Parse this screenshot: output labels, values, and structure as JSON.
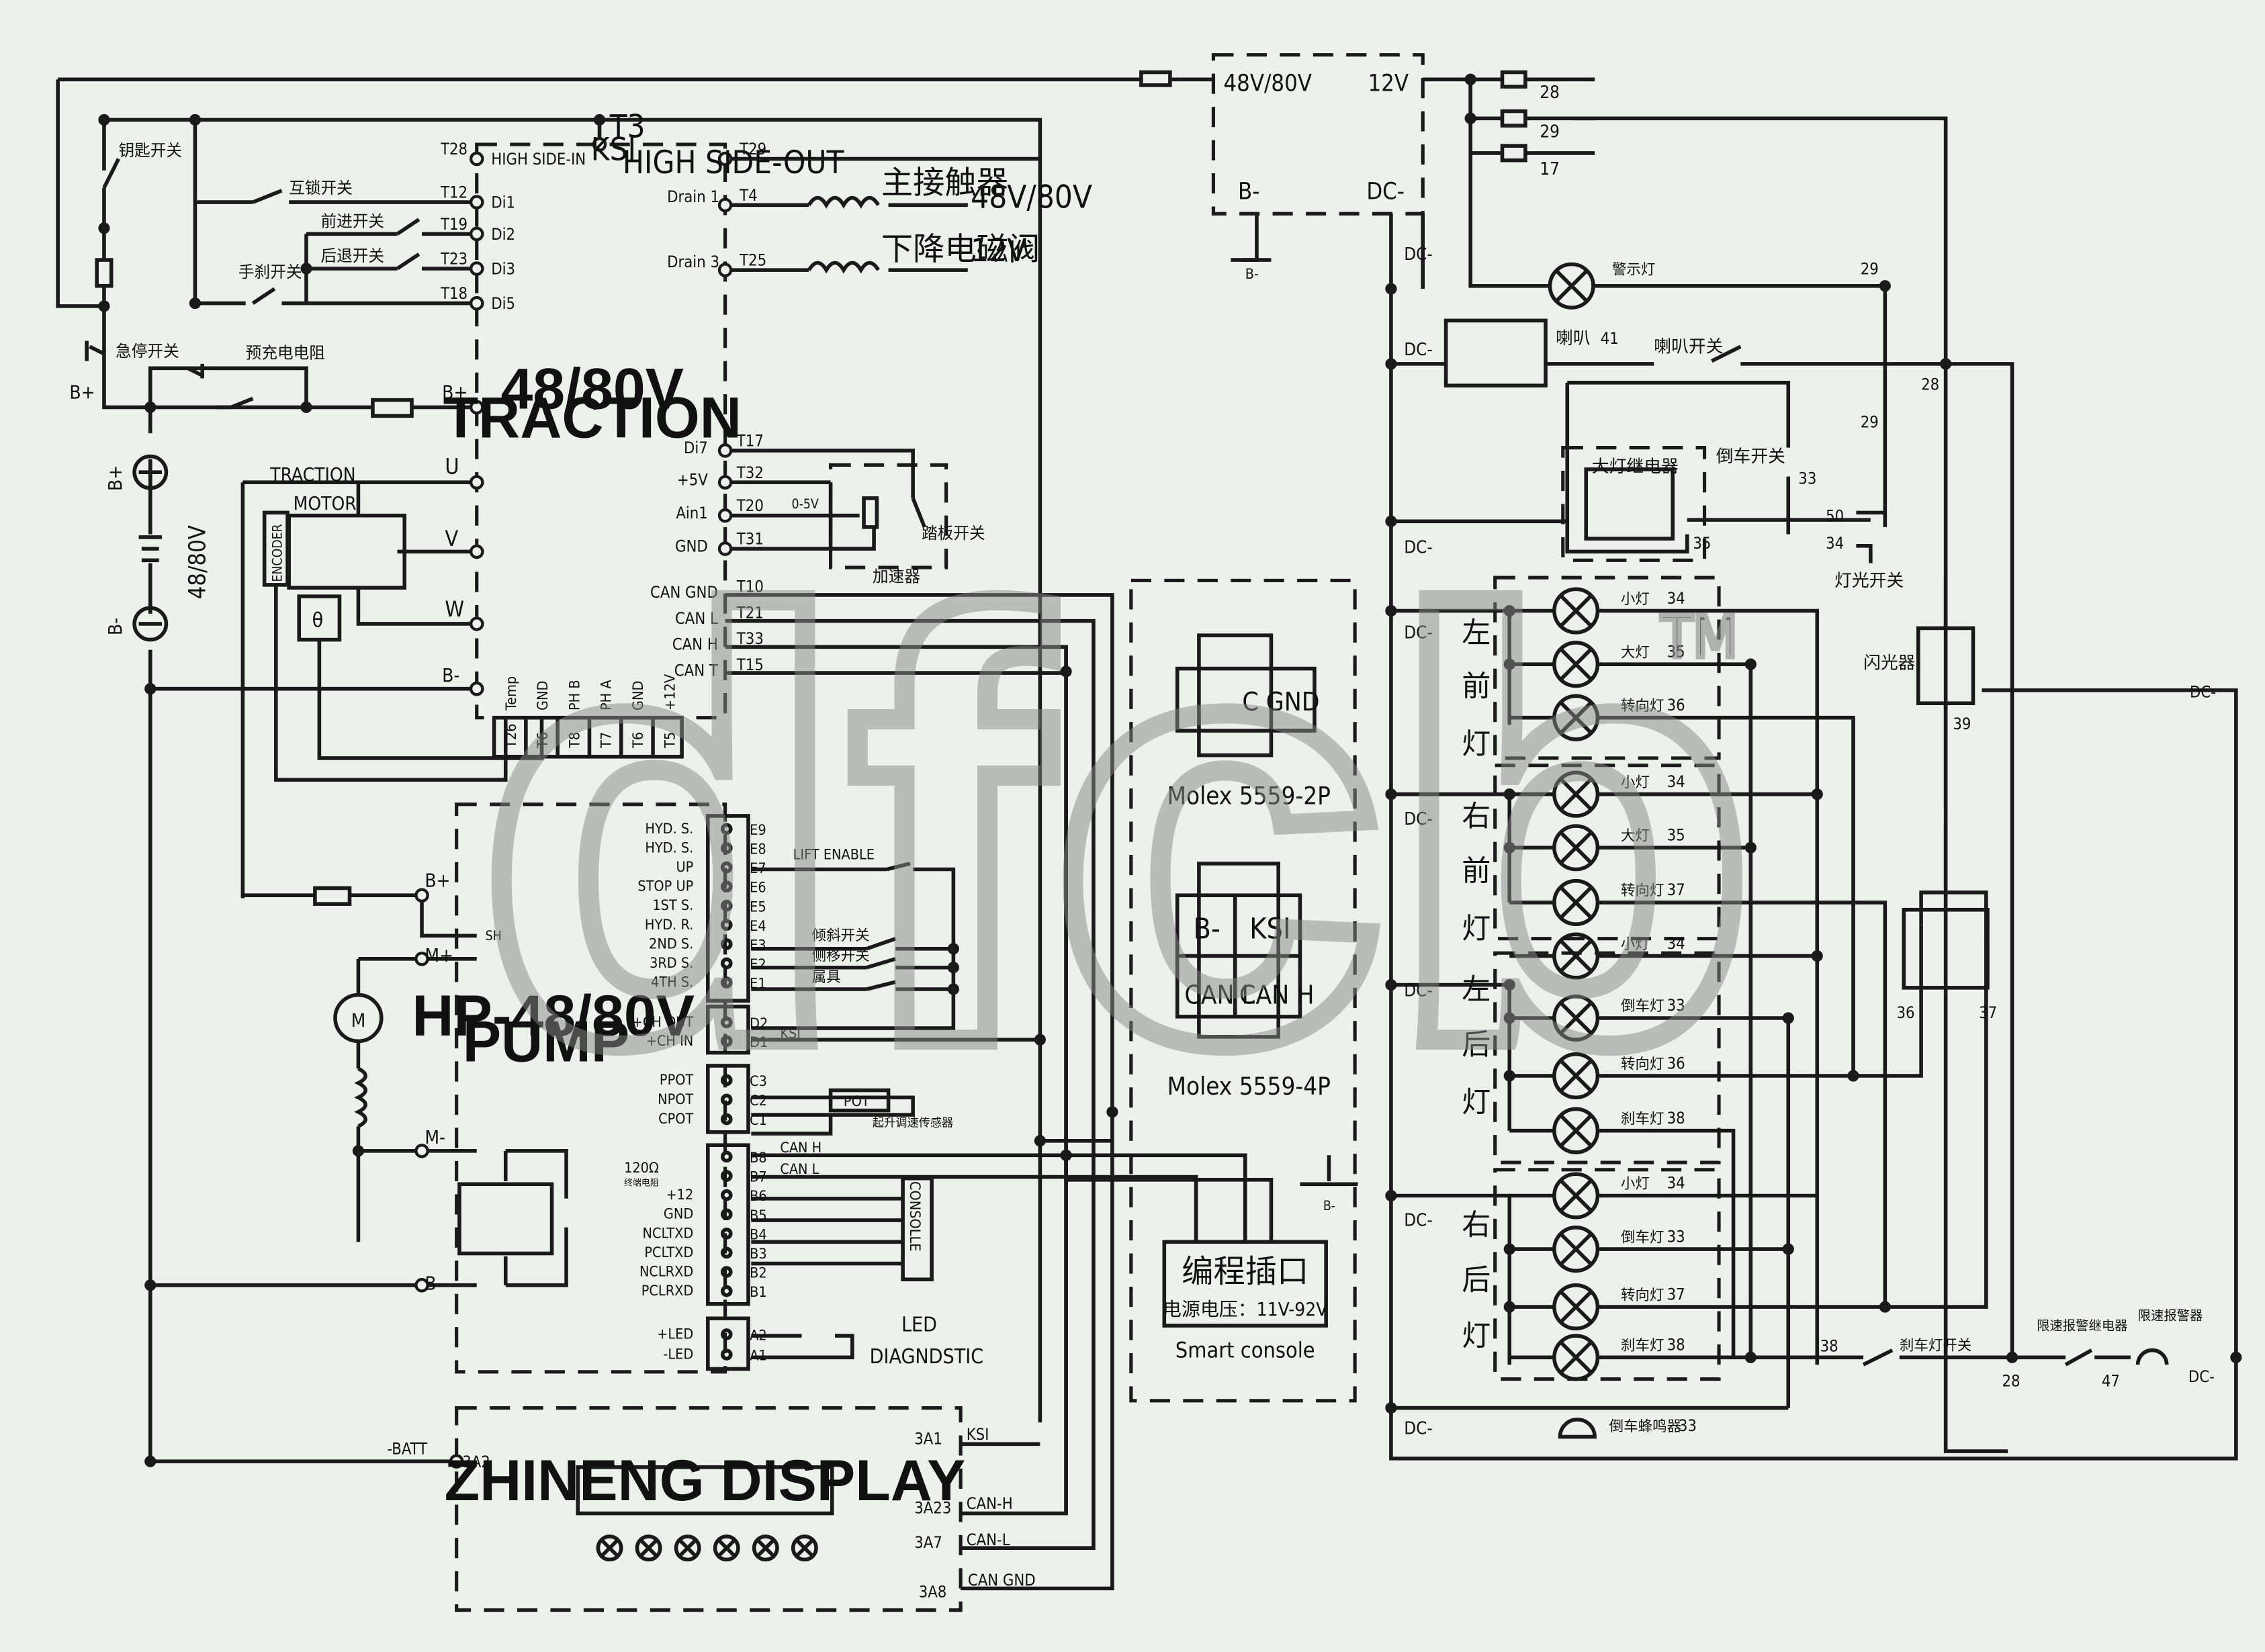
{
  "controller": {
    "title1": "48/80V",
    "title2": "TRACTION"
  },
  "pump": {
    "title1": "HP-48/80V",
    "title2": "PUMP"
  },
  "display": {
    "title": "ZHINENG DISPLAY"
  },
  "dcdc": {
    "in": "48V/80V",
    "out": "12V",
    "bneg": "B-",
    "dcneg": "DC-"
  },
  "battery": {
    "voltage": "48/80V",
    "bplus": "B+",
    "bminus": "B-"
  },
  "motor": {
    "label1": "TRACTION",
    "label2": "MOTOR",
    "encoder": "ENCODER",
    "theta": "θ",
    "U": "U",
    "V": "V",
    "W": "W",
    "bplus": "B+",
    "bminus": "B-"
  },
  "left_switches": {
    "key": "钥匙开关",
    "interlock": "互锁开关",
    "forward": "前进开关",
    "reverse": "后退开关",
    "handbrake": "手刹开关",
    "estop": "急停开关",
    "precharge": "预充电电阻",
    "bplus": "B+"
  },
  "ctrl_left_pins": [
    {
      "t": "T28",
      "name": "HIGH SIDE-IN"
    },
    {
      "t": "T12",
      "name": "Di1"
    },
    {
      "t": "T19",
      "name": "Di2"
    },
    {
      "t": "T23",
      "name": "Di3"
    },
    {
      "t": "T18",
      "name": "Di5"
    }
  ],
  "ctrl_top": {
    "t3": "T3",
    "ksi": "KSI",
    "hso": "HIGH SIDE-OUT"
  },
  "ctrl_right_pins": [
    {
      "t": "T29",
      "name": ""
    },
    {
      "t": "T4",
      "name": "Drain 1"
    },
    {
      "t": "T25",
      "name": "Drain 3"
    }
  ],
  "loads": {
    "main_contactor": "主接触器",
    "main_v": "48V/80V",
    "lower_valve": "下降电磁阀",
    "lower_v": "12V"
  },
  "accel_pins": [
    {
      "t": "T17",
      "name": "Di7"
    },
    {
      "t": "T32",
      "name": "+5V"
    },
    {
      "t": "T20",
      "name": "Ain1"
    },
    {
      "t": "T31",
      "name": "GND"
    }
  ],
  "accel": {
    "range": "0-5V",
    "pedal": "踏板开关",
    "label": "加速器"
  },
  "can_pins": [
    {
      "t": "T10",
      "name": "CAN GND"
    },
    {
      "t": "T21",
      "name": "CAN L"
    },
    {
      "t": "T33",
      "name": "CAN H"
    },
    {
      "t": "T15",
      "name": "CAN T"
    }
  ],
  "bottom_pins": [
    {
      "name": "Temp",
      "t": "T26"
    },
    {
      "name": "GND",
      "t": "T6"
    },
    {
      "name": "PH B",
      "t": "T8"
    },
    {
      "name": "PH A",
      "t": "T7"
    },
    {
      "name": "GND",
      "t": "T6"
    },
    {
      "name": "+12V",
      "t": "T5"
    }
  ],
  "pump_e_pins": [
    {
      "n": "HYD. S.",
      "p": "E9"
    },
    {
      "n": "HYD. S.",
      "p": "E8"
    },
    {
      "n": "UP",
      "p": "E7"
    },
    {
      "n": "STOP UP",
      "p": "E6"
    },
    {
      "n": "1ST S.",
      "p": "E5"
    },
    {
      "n": "HYD. R.",
      "p": "E4"
    },
    {
      "n": "2ND S.",
      "p": "E3"
    },
    {
      "n": "3RD S.",
      "p": "E2"
    },
    {
      "n": "4TH S.",
      "p": "E1"
    }
  ],
  "pump_switches": {
    "lift_enable": "LIFT ENABLE",
    "tilt": "倾斜开关",
    "side": "侧移开关",
    "attach": "属具"
  },
  "pump_d_pins": [
    {
      "n": "+CH OUT",
      "p": "D2"
    },
    {
      "n": "+CH IN",
      "p": "D1"
    }
  ],
  "pump_ksi": "KSI",
  "pump_c_pins": [
    {
      "n": "PPOT",
      "p": "C3"
    },
    {
      "n": "NPOT",
      "p": "C2"
    },
    {
      "n": "CPOT",
      "p": "C1"
    }
  ],
  "pump_pot": {
    "label": "POT",
    "sensor": "起升调速传感器"
  },
  "pump_b_pins": [
    {
      "n": "",
      "p": "B8"
    },
    {
      "n": "",
      "p": "B7"
    },
    {
      "n": "+12",
      "p": "B6"
    },
    {
      "n": "GND",
      "p": "B5"
    },
    {
      "n": "NCLTXD",
      "p": "B4"
    },
    {
      "n": "PCLTXD",
      "p": "B3"
    },
    {
      "n": "NCLRXD",
      "p": "B2"
    },
    {
      "n": "PCLRXD",
      "p": "B1"
    }
  ],
  "pump_b_extra": {
    "res": "120Ω",
    "note": "终端电阻",
    "canh": "CAN H",
    "canl": "CAN L",
    "console": "CONSOLLE"
  },
  "pump_a_pins": [
    {
      "n": "+LED",
      "p": "A2"
    },
    {
      "n": "-LED",
      "p": "A1"
    }
  ],
  "pump_led": {
    "l1": "LED",
    "l2": "DIAGNDSTIC"
  },
  "pump_power": {
    "bplus": "B+",
    "mplus": "M+",
    "mminus": "M-",
    "bminus": "B-",
    "sh": "SH",
    "m": "M"
  },
  "display_pins": [
    {
      "p": "3A2",
      "n": "-BATT"
    },
    {
      "p": "3A1",
      "n": "KSI"
    },
    {
      "p": "3A23",
      "n": "CAN-H"
    },
    {
      "p": "3A7",
      "n": "CAN-L"
    },
    {
      "p": "3A8",
      "n": "CAN GND"
    }
  ],
  "molex": {
    "two": "Molex 5559-2P",
    "four": "Molex 5559-4P",
    "cgnd": "C GND",
    "bneg": "B-",
    "ksi": "KSI",
    "canl": "CAN L",
    "canh": "CAN H",
    "gnd": "B-"
  },
  "console": {
    "title": "编程插口",
    "voltage": "电源电压：11V-92V",
    "sub": "Smart console"
  },
  "fuses": [
    "28",
    "29",
    "17"
  ],
  "lights": {
    "warning": "警示灯",
    "warning_n": "29",
    "horn": "喇叭",
    "horn_n": "41",
    "horn_sw": "喇叭开关",
    "relay": "大灯继电器",
    "relay_n": "35",
    "reverse_sw": "倒车开关",
    "reverse_n": "33",
    "light_sw": "灯光开关",
    "sw50": "50",
    "sw34": "34",
    "flasher": "闪光器",
    "flasher_n": "39",
    "dc": "DC-",
    "n28": "28",
    "n29": "29",
    "n36": "36",
    "n37": "37"
  },
  "lamp_groups": [
    {
      "label": [
        "左",
        "前",
        "灯"
      ],
      "lamps": [
        {
          "n": "小灯",
          "v": "34"
        },
        {
          "n": "大灯",
          "v": "35"
        },
        {
          "n": "转向灯",
          "v": "36"
        }
      ]
    },
    {
      "label": [
        "右",
        "前",
        "灯"
      ],
      "lamps": [
        {
          "n": "小灯",
          "v": "34"
        },
        {
          "n": "大灯",
          "v": "35"
        },
        {
          "n": "转向灯",
          "v": "37"
        }
      ]
    },
    {
      "label": [
        "左",
        "后",
        "灯"
      ],
      "lamps": [
        {
          "n": "小灯",
          "v": "34"
        },
        {
          "n": "倒车灯",
          "v": "33"
        },
        {
          "n": "转向灯",
          "v": "36"
        },
        {
          "n": "刹车灯",
          "v": "38"
        }
      ]
    },
    {
      "label": [
        "右",
        "后",
        "灯"
      ],
      "lamps": [
        {
          "n": "小灯",
          "v": "34"
        },
        {
          "n": "倒车灯",
          "v": "33"
        },
        {
          "n": "转向灯",
          "v": "37"
        },
        {
          "n": "刹车灯",
          "v": "38"
        }
      ]
    }
  ],
  "bottom_right": {
    "brake_sw": "刹车灯开关",
    "n38": "38",
    "speed_relay": "限速报警继电器",
    "speed_alarm": "限速报警器",
    "n28": "28",
    "n47": "47",
    "buzzer": "倒车蜂鸣器",
    "buzzer_n": "33",
    "dc": "DC-"
  },
  "watermark": {
    "text": "dfcb",
    "tm": "TM"
  },
  "colors": {
    "bg": "#ecf1ec",
    "ink": "#1a1a1a"
  }
}
